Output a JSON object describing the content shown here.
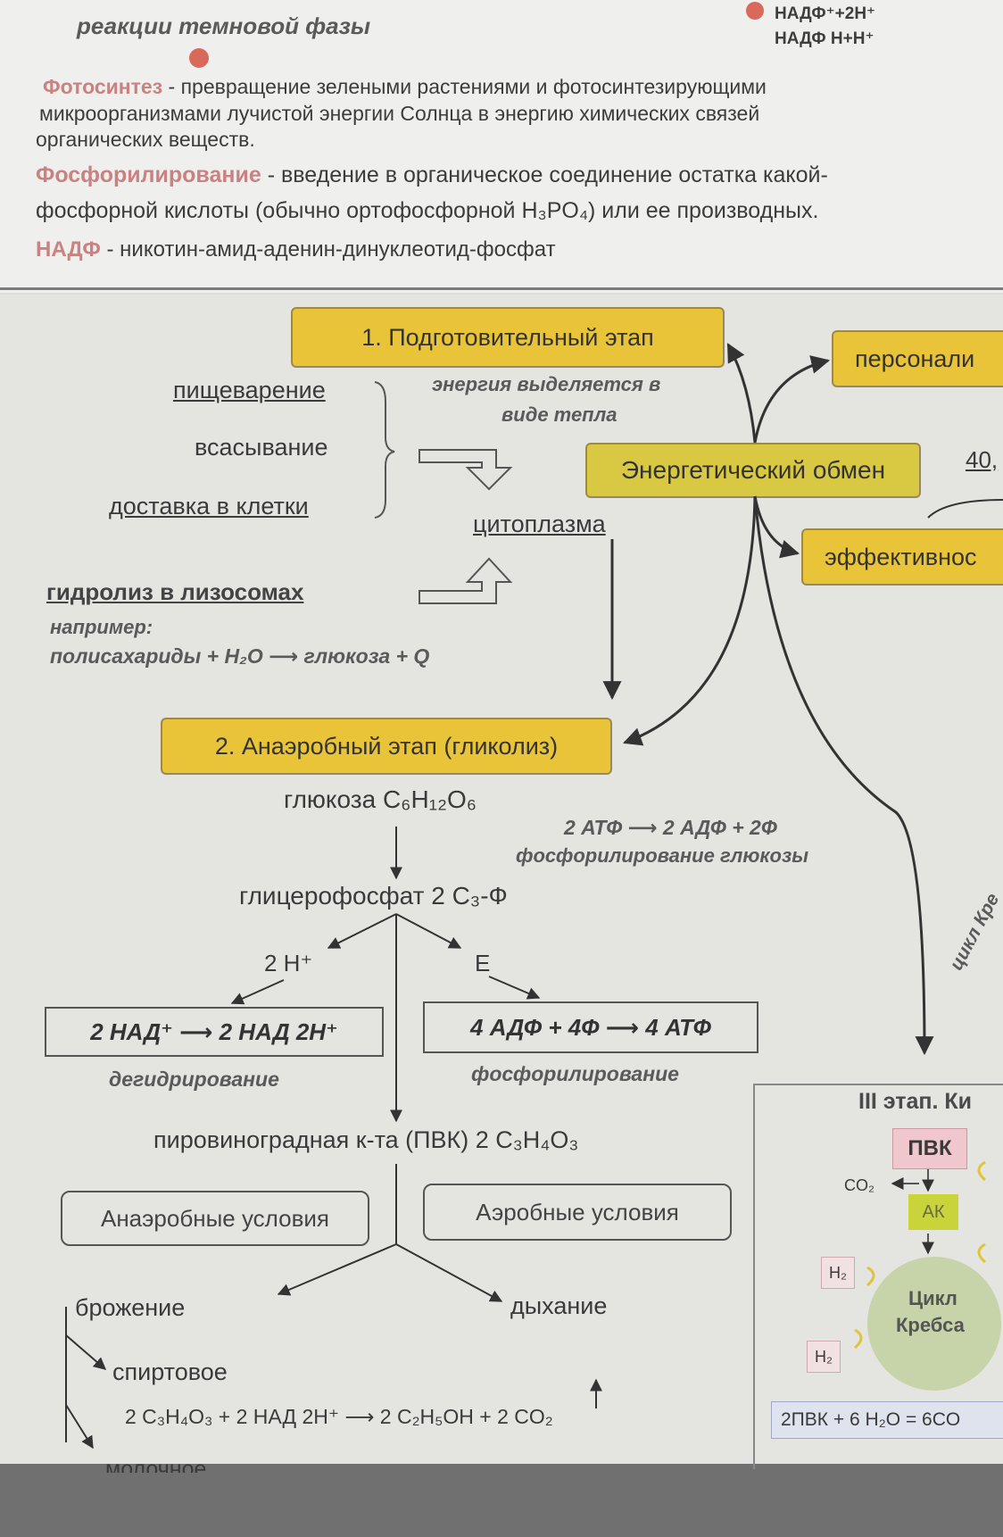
{
  "header": {
    "dark_phase": "реакции темновой фазы",
    "nadp_line1": "НАДФ⁺+2Н⁺",
    "nadp_line2": "НАДФ Н+Н⁺"
  },
  "definitions": [
    {
      "term": "Фотосинтез",
      "sep": " - ",
      "text_line1": "превращение зелеными растениями и фотосинтезирующими",
      "text_line2": "микроорганизмами лучистой энергии Солнца в энергию химических связей",
      "text_line3": "органических веществ."
    },
    {
      "term": "Фосфорилирование",
      "sep": " - ",
      "text_line1": "введение в органическое соединение остатка какой-",
      "text_line2": "фосфорной кислоты (обычно ортофосфорной H₃PO₄) или ее производных."
    },
    {
      "term": "НАДФ",
      "sep": " - ",
      "text_line1": "никотин-амид-аденин-динуклеотид-фосфат"
    }
  ],
  "stage1": {
    "title": "1. Подготовительный этап",
    "processes": [
      "пищеварение",
      "всасывание",
      "доставка в клетки"
    ],
    "heat_note_line1": "энергия выделяется в",
    "heat_note_line2": "виде тепла",
    "cytoplasm": "цитоплазма",
    "hydrolysis": "гидролиз в лизосомах",
    "example_label": "например:",
    "example_eq": "полисахариды + H₂O ⟶ глюкоза + Q"
  },
  "center": {
    "energy_exchange": "Энергетический обмен",
    "personal": "персонали",
    "efficiency": "эффективнос",
    "number": "40,"
  },
  "stage2": {
    "title": "2. Анаэробный этап (гликолиз)",
    "glucose": "глюкоза C₆H₁₂O₆",
    "atp_eq": "2 АТФ ⟶ 2 АДФ + 2Ф",
    "atp_note": "фосфорилирование глюкозы",
    "glycerophosphate": "глицерофосфат 2 C₃-Ф",
    "h_label": "2 Н⁺",
    "e_label": "Е",
    "nad_box": "2 НАД⁺ ⟶ 2 НАД 2Н⁺",
    "nad_note": "дегидрирование",
    "atp_box": "4 АДФ + 4Ф ⟶ 4 АТФ",
    "atp_box_note": "фосфорилирование",
    "pyruvate": "пировиноградная к-та (ПВК) 2 C₃H₄O₃",
    "anaerobic": "Анаэробные условия",
    "aerobic": "Аэробные условия",
    "fermentation": "брожение",
    "respiration": "дыхание",
    "alcoholic": "спиртовое",
    "alcohol_eq": "2 C₃H₄O₃ + 2 НАД 2Н⁺ ⟶ 2 C₂H₅OH + 2 CO₂",
    "lactic": "молочное"
  },
  "stage3": {
    "title": "III этап. Ки",
    "pvk": "ПВК",
    "co2": "CO₂",
    "ak": "АК",
    "h2_a": "H₂",
    "h2_b": "H₂",
    "krebs_line1": "Цикл",
    "krebs_line2": "Кребса",
    "equation": "2ПВК + 6 H₂O = 6CO",
    "side_label": "цикл Кре"
  },
  "colors": {
    "yellow_box": "#e9c438",
    "red_term": "#c98282",
    "green_box": "#c9d33a",
    "pink_box": "#efc7cd",
    "krebs_circle": "#c7d3a8"
  }
}
